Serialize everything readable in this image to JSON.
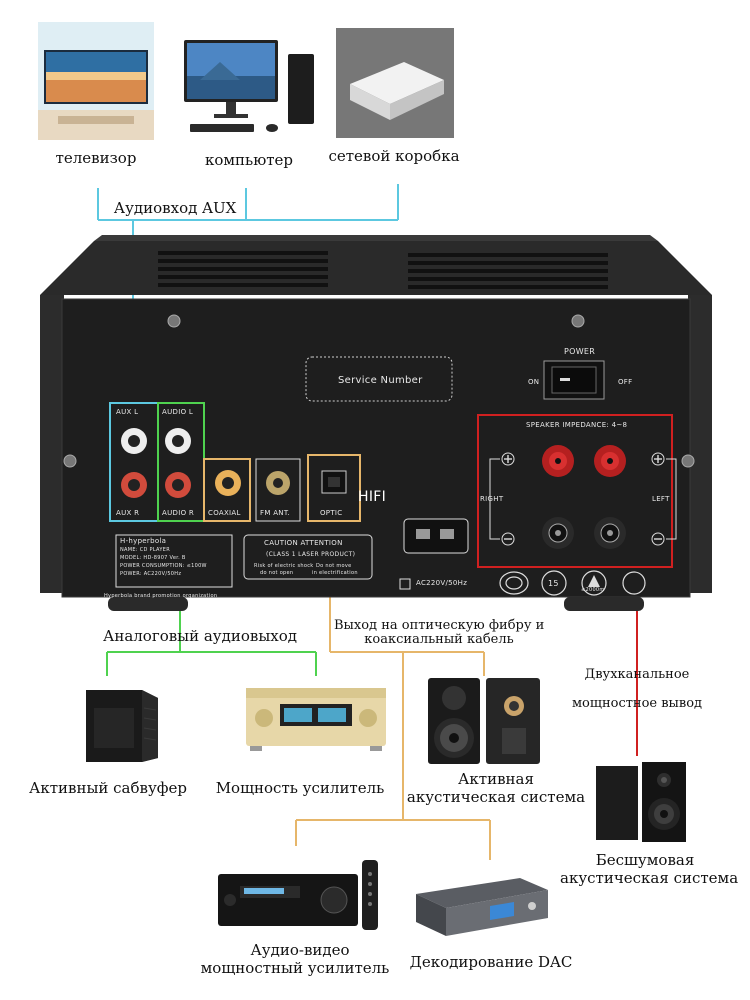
{
  "sources": {
    "tv": "телевизор",
    "computer": "компьютер",
    "netbox": "сетевой коробка",
    "aux_label": "Аудиовход AUX"
  },
  "panel": {
    "service": "Service Number",
    "power": "POWER",
    "on": "ON",
    "off": "OFF",
    "speaker_impedance": "SPEAKER IMPEDANCE: 4~8",
    "right": "RIGHT",
    "left": "LEFT",
    "aux_l": "AUX L",
    "aux_r": "AUX R",
    "audio_l": "AUDIO L",
    "audio_r": "AUDIO R",
    "coaxial": "COAXIAL",
    "fm_ant": "FM ANT.",
    "optic": "OPTIC",
    "hifi": "HIFI",
    "brand": "H-hyperbola",
    "name_line": "NAME: CD PLAYER",
    "model_line": "MODEL: HD-8907 Ver. B",
    "consumption_line": "POWER CONSUMPTION: ≤100W",
    "power_line": "POWER: AC220V/50Hz",
    "org_line": "Hyperbola brand promotion organization",
    "caution": "CAUTION ATTENTION",
    "laser": "(CLASS 1 LASER PRODUCT)",
    "warn1": "Risk of electric shock",
    "warn2": "do not open",
    "warn3": "Do not move",
    "warn4": "in electrification",
    "ac_label": "AC220V/50Hz",
    "cert_15": "15",
    "cert_alt": "≤2000m"
  },
  "outputs": {
    "analog": "Аналоговый аудиовыход",
    "optical_1": "Выход на оптическую фибру и",
    "optical_2": "коаксиальный кабель",
    "two_channel_1": "Двухканальное",
    "two_channel_2": "мощностное вывод"
  },
  "devices": {
    "subwoofer": "Активный сабвуфер",
    "amplifier": "Мощность усилитель",
    "active_speakers_1": "Активная",
    "active_speakers_2": "акустическая система",
    "passive_speakers_1": "Бесшумовая",
    "passive_speakers_2": "акустическая система",
    "av_receiver_1": "Аудио-видео",
    "av_receiver_2": "мощностный усилитель",
    "dac": "Декодирование DAC"
  },
  "colors": {
    "aux_line": "#5cc8e0",
    "green_line": "#4fd24f",
    "orange_line": "#e6b66a",
    "red_line": "#d02020"
  }
}
